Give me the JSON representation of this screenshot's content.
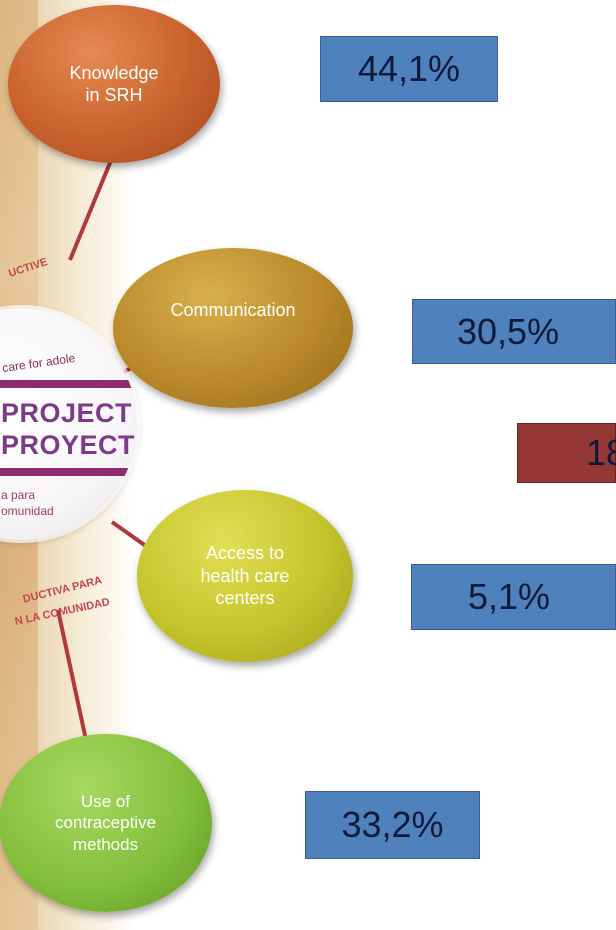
{
  "nodes": [
    {
      "label_line1": "Knowledge",
      "label_line2": "in SRH",
      "color": "#c9612c"
    },
    {
      "label_line1": "Communication",
      "color": "#b9892a"
    },
    {
      "label_line1": "Access to",
      "label_line2": "health care",
      "label_line3": "centers",
      "color": "#c5c42c"
    },
    {
      "label_line1": "Use of",
      "label_line2": "contraceptive",
      "label_line3": "methods",
      "color": "#84bf3c"
    }
  ],
  "percent_boxes": [
    {
      "value": "44,1%",
      "color": "#4f81bd"
    },
    {
      "value": "30,5%",
      "color": "#4f81bd"
    },
    {
      "value": "18",
      "color": "#953735"
    },
    {
      "value": "5,1%",
      "color": "#4f81bd"
    },
    {
      "value": "33,2%",
      "color": "#4f81bd"
    }
  ],
  "logo": {
    "line1": "PROJECT",
    "line2": "PROYECTO",
    "care_text": "care for adole",
    "para_text": "a para",
    "comunidad_text": "omunidad",
    "arc_top": "UCTIVE",
    "arc_bottom1": "DUCTIVA PARA",
    "arc_bottom2": "N LA COMUNIDAD"
  },
  "colors": {
    "connector": "#b03a3a",
    "box_text": "#0f1a3a"
  }
}
